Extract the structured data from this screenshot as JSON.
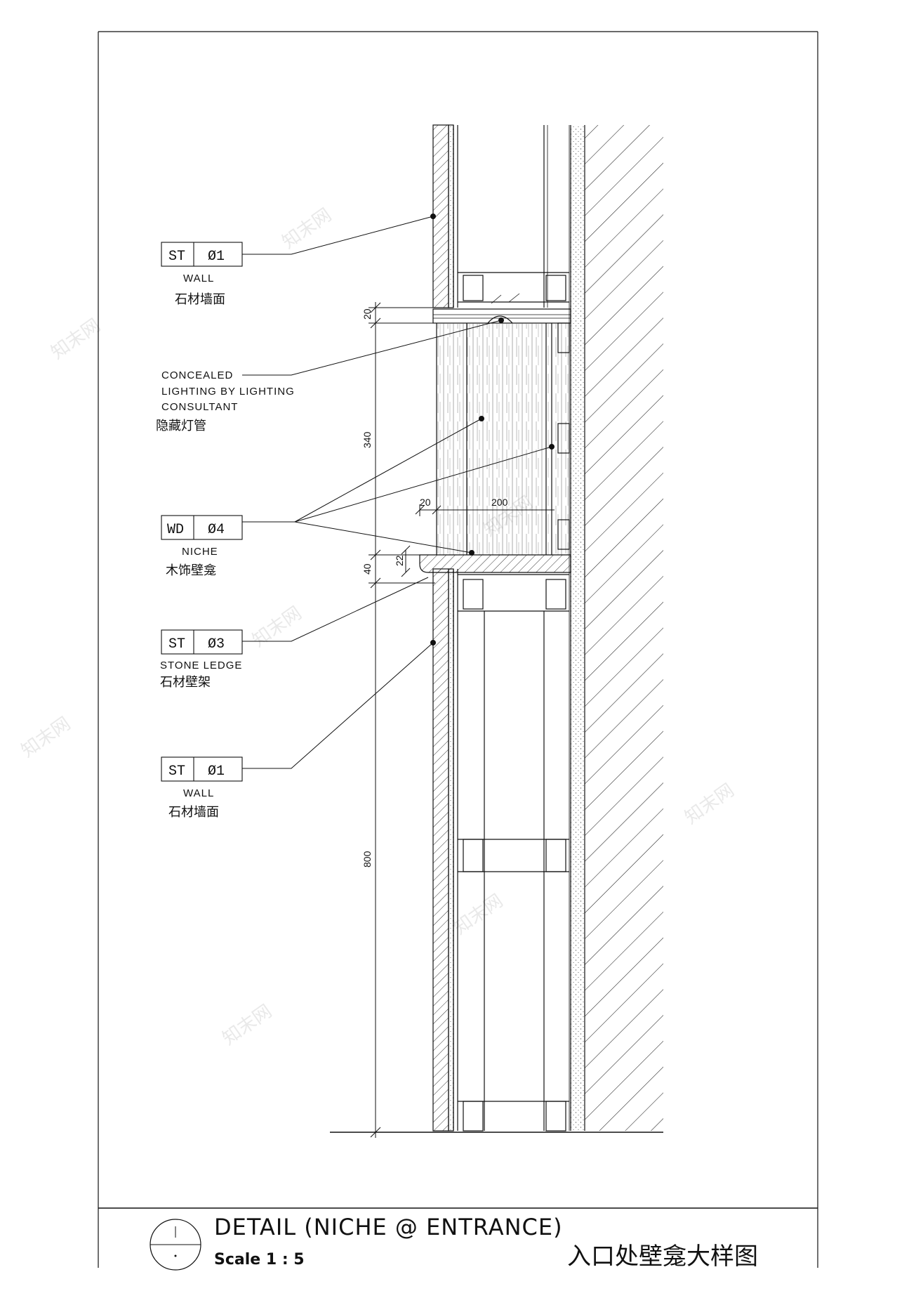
{
  "tags": [
    {
      "code": "ST",
      "num": "Ø1",
      "en": "WALL",
      "cn": "石材墙面"
    },
    {
      "code": "WD",
      "num": "Ø4",
      "en": "NICHE",
      "cn": "木饰壁龛"
    },
    {
      "code": "ST",
      "num": "Ø3",
      "en": "STONE LEDGE",
      "cn": "石材壁架"
    },
    {
      "code": "ST",
      "num": "Ø1",
      "en": "WALL",
      "cn": "石材墙面"
    }
  ],
  "note": {
    "line1": "CONCEALED",
    "line2": "LIGHTING BY LIGHTING",
    "line3": "CONSULTANT",
    "cn": "隐藏灯管"
  },
  "dims": {
    "d20_top": "20",
    "d340": "340",
    "d40": "40",
    "d22": "22",
    "d800": "800",
    "d20_h": "20",
    "d200": "200"
  },
  "title": {
    "en": "DETAIL (NICHE @ ENTRANCE)",
    "scale": "Scale 1 : 5",
    "cn": "入口处壁龛大样图"
  },
  "watermark": "知末网",
  "colors": {
    "line": "#111111",
    "watermark": "#cfcfcf"
  }
}
